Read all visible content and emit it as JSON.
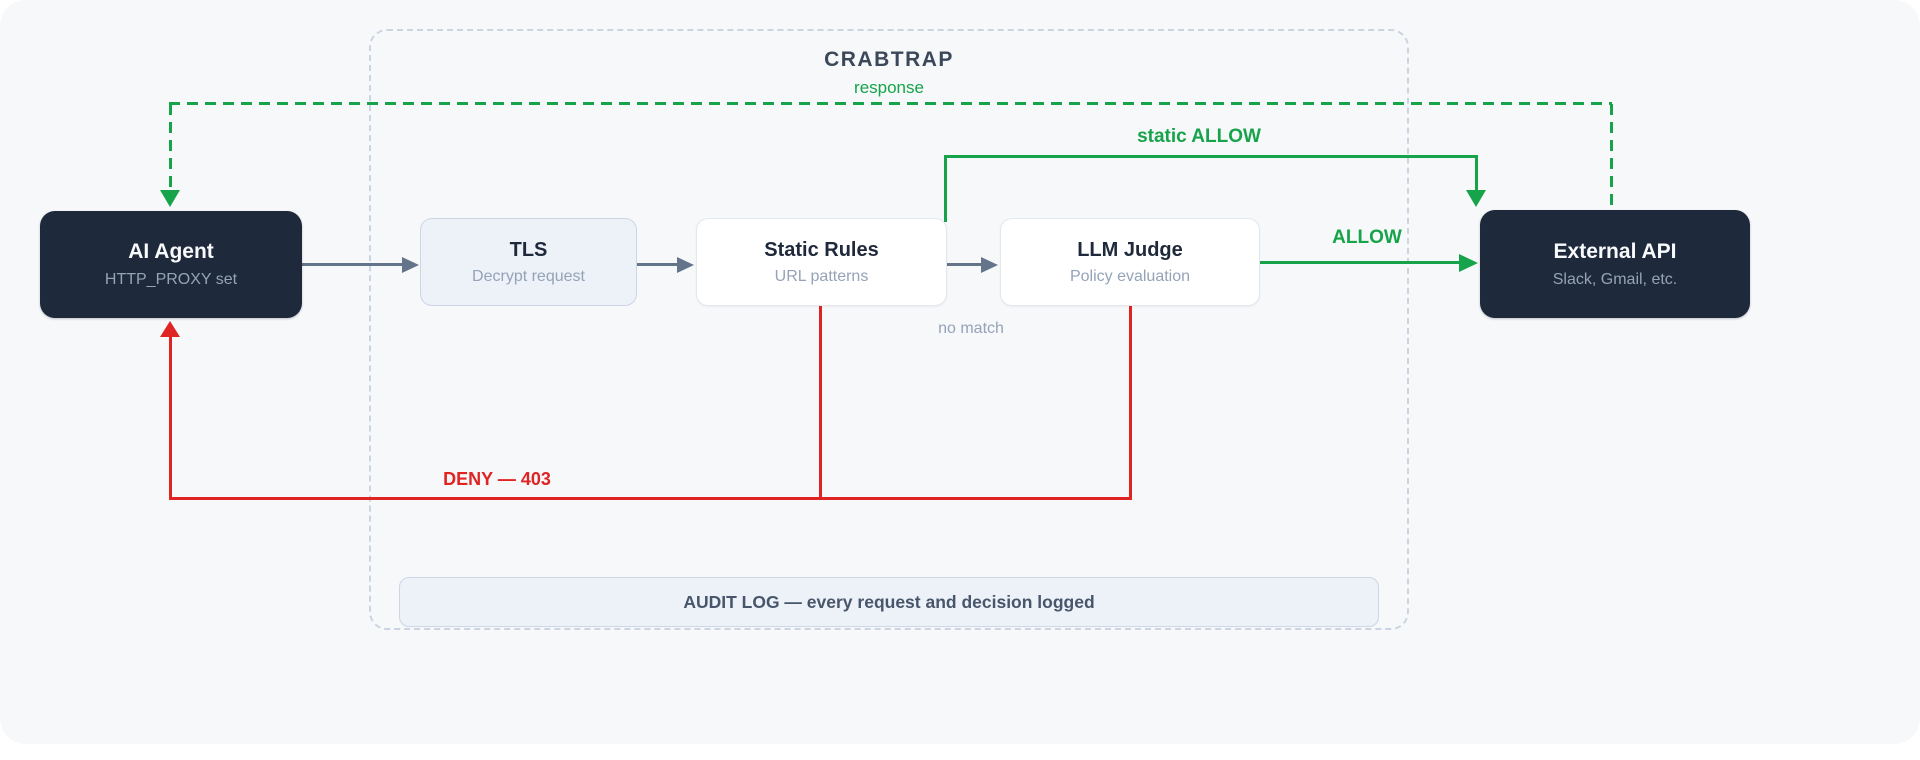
{
  "diagram": {
    "container": {
      "title": "CRABTRAP",
      "response_label": "response"
    },
    "nodes": [
      {
        "id": "ai-agent",
        "title": "AI Agent",
        "subtitle": "HTTP_PROXY set",
        "variant": "dark"
      },
      {
        "id": "tls",
        "title": "TLS",
        "subtitle": "Decrypt request",
        "variant": "tinted"
      },
      {
        "id": "static-rules",
        "title": "Static Rules",
        "subtitle": "URL patterns",
        "variant": "white"
      },
      {
        "id": "llm-judge",
        "title": "LLM Judge",
        "subtitle": "Policy evaluation",
        "variant": "white"
      },
      {
        "id": "external-api",
        "title": "External API",
        "subtitle": "Slack, Gmail, etc.",
        "variant": "dark"
      }
    ],
    "edge_labels": {
      "static_allow": "static ALLOW",
      "allow": "ALLOW",
      "deny": "DENY — 403",
      "no_match": "no match"
    },
    "audit": {
      "label": "AUDIT LOG — every request and decision logged"
    },
    "colors": {
      "background": "#f7f8fa",
      "node_dark": "#1e2a3b",
      "green": "#16a34a",
      "red": "#e02424",
      "gray_arrow": "#64748b",
      "dashed_border": "#cbd5e1",
      "tinted_fill": "#edf1f8",
      "subtitle_gray": "#94a3b8"
    }
  }
}
